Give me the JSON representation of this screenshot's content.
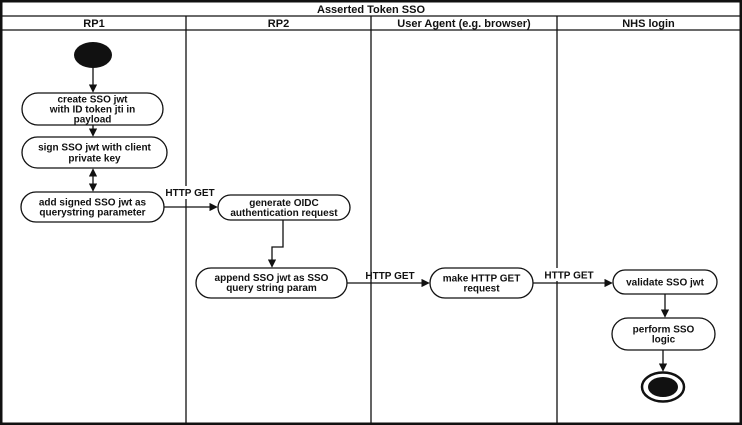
{
  "title": "Asserted Token SSO",
  "lanes": [
    {
      "label": "RP1"
    },
    {
      "label": "RP2"
    },
    {
      "label": "User Agent (e.g. browser)"
    },
    {
      "label": "NHS login"
    }
  ],
  "nodes": {
    "create": {
      "lines": [
        "create SSO jwt",
        "with ID token jti in",
        "payload"
      ]
    },
    "sign": {
      "lines": [
        "sign SSO jwt with client",
        "private key"
      ]
    },
    "add": {
      "lines": [
        "add signed SSO jwt as",
        "querystring parameter"
      ]
    },
    "generate": {
      "lines": [
        "generate OIDC",
        "authentication request"
      ]
    },
    "append": {
      "lines": [
        "append SSO jwt as SSO",
        "query string param"
      ]
    },
    "make": {
      "lines": [
        "make HTTP GET",
        "request"
      ]
    },
    "validate": {
      "lines": [
        "validate SSO jwt"
      ]
    },
    "perform": {
      "lines": [
        "perform SSO",
        "logic"
      ]
    }
  },
  "edge_labels": {
    "add_to_generate": "HTTP GET",
    "append_to_make": "HTTP GET",
    "make_to_validate": "HTTP GET"
  },
  "colors": {
    "line": "#111111",
    "fill": "#ffffff",
    "text": "#111111",
    "background": "#ffffff"
  }
}
